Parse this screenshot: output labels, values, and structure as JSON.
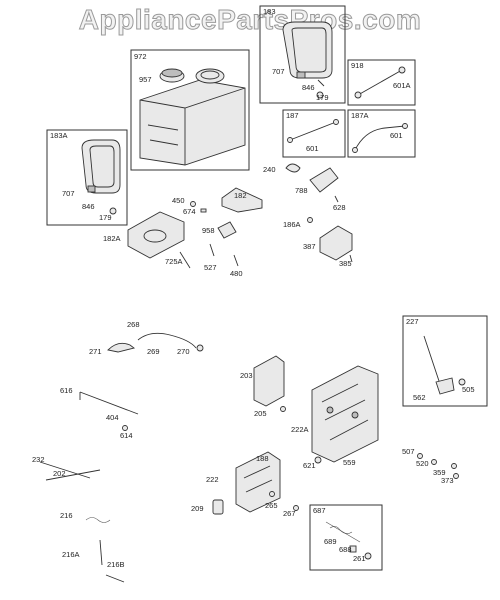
{
  "watermark": "AppliancePartsPros.com",
  "boxes": {
    "b972": "972",
    "b183": "183",
    "b918": "918",
    "b187": "187",
    "b187A": "187A",
    "b183A": "183A",
    "b227": "227",
    "b687": "687"
  },
  "labels": {
    "p957": "957",
    "p707": "707",
    "p846": "846",
    "p179": "179",
    "p601A": "601A",
    "p601": "601",
    "p601b": "601",
    "p707b": "707",
    "p846b": "846",
    "p179b": "179",
    "p240": "240",
    "p788": "788",
    "p628": "628",
    "p450": "450",
    "p674": "674",
    "p182": "182",
    "p186A": "186A",
    "p387": "387",
    "p385": "385",
    "p182A": "182A",
    "p958": "958",
    "p725A": "725A",
    "p527": "527",
    "p480": "480",
    "p268": "268",
    "p271": "271",
    "p269": "269",
    "p270": "270",
    "p203": "203",
    "p616": "616",
    "p404": "404",
    "p614": "614",
    "p205": "205",
    "p222A": "222A",
    "p562": "562",
    "p505": "505",
    "p232": "232",
    "p202": "202",
    "p188": "188",
    "p621": "621",
    "p559": "559",
    "p507": "507",
    "p520": "520",
    "p359": "359",
    "p373": "373",
    "p222": "222",
    "p209": "209",
    "p265": "265",
    "p267": "267",
    "p216": "216",
    "p689": "689",
    "p688": "688",
    "p261": "261",
    "p216A": "216A",
    "p216B": "216B"
  }
}
